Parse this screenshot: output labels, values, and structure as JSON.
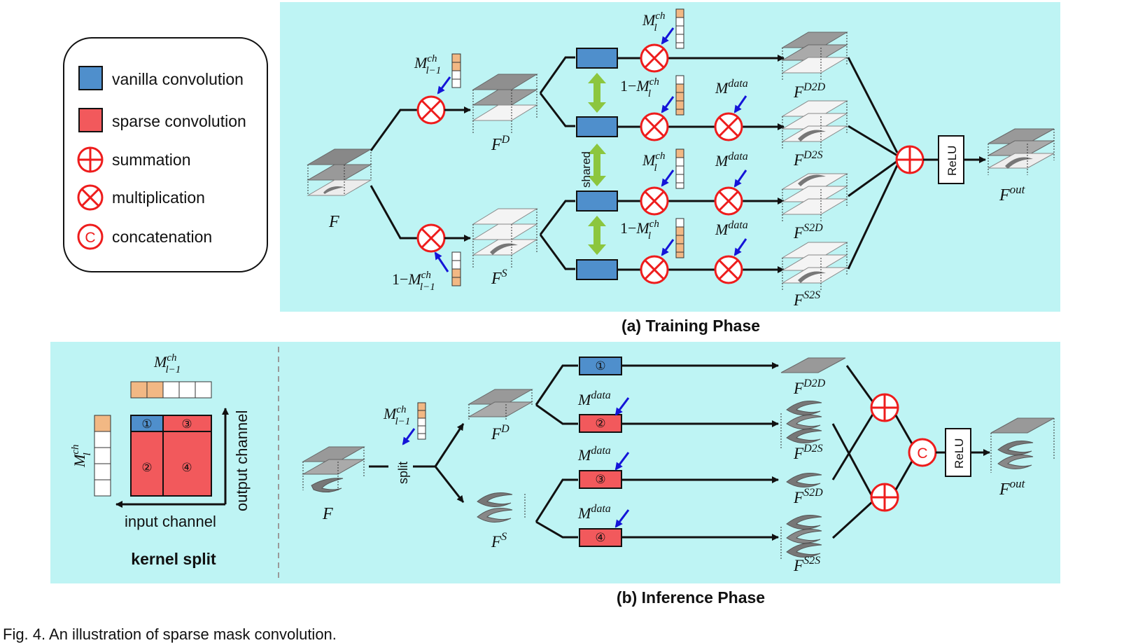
{
  "legend": {
    "vanilla": "vanilla convolution",
    "sparse": "sparse convolution",
    "summation": "summation",
    "multiplication": "multiplication",
    "concatenation": "concatenation",
    "concat_symbol": "C"
  },
  "training": {
    "title": "(a) Training Phase",
    "F": "F",
    "FD": "D",
    "FS": "S",
    "FD2D": "D2D",
    "FD2S": "D2S",
    "FS2D": "S2D",
    "FS2S": "S2S",
    "Fout": "out",
    "mask_ch": "ch",
    "mask_prev": "l−1",
    "mask_l": "l",
    "one_minus": "1−",
    "M": "M",
    "mdata": "data",
    "shared": "shared",
    "relu": "ReLU"
  },
  "inference": {
    "title": "(b) Inference Phase",
    "split": "split",
    "relu": "ReLU",
    "concat_symbol": "C",
    "kernel_split": "kernel split",
    "input_channel": "input channel",
    "output_channel": "output channel",
    "kernel_nums": [
      "①",
      "②",
      "③",
      "④"
    ]
  },
  "caption": "Fig. 4. An illustration of sparse mask convolution.",
  "colors": {
    "panel": "#BEF4F4",
    "vanilla": "#4F8FCC",
    "sparse": "#F2595C",
    "mask_on": "#F2B884",
    "circle": "#EE1C1C",
    "green_arrow": "#8CC63E",
    "blue_arrow": "#1414D8"
  }
}
